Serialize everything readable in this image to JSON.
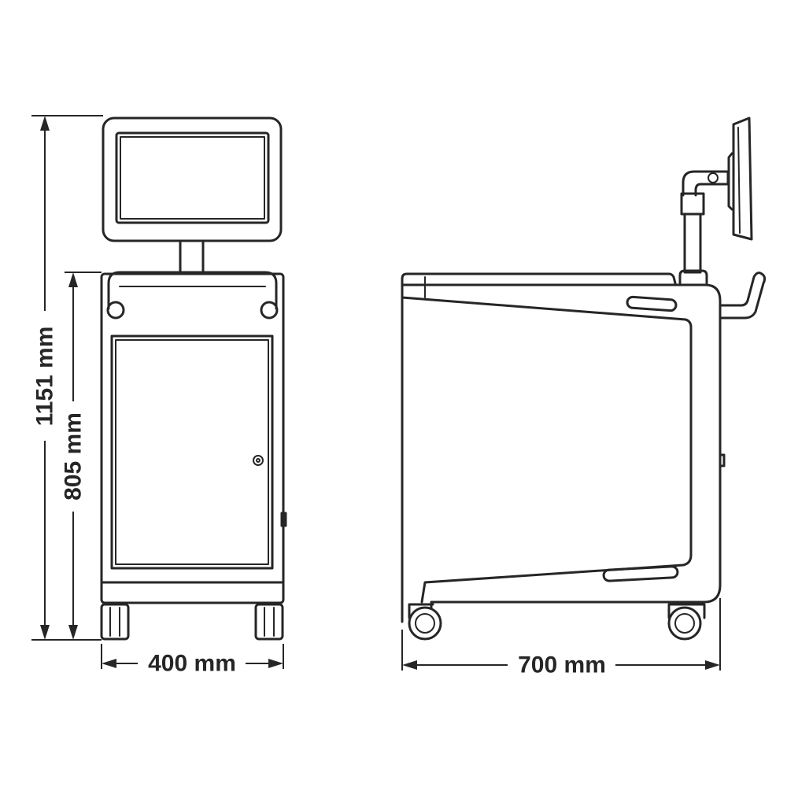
{
  "dimensions": {
    "total_height": "1151 mm",
    "cabinet_height": "805 mm",
    "width": "400 mm",
    "depth": "700 mm"
  },
  "colors": {
    "line": "#262626",
    "background": "#ffffff"
  }
}
